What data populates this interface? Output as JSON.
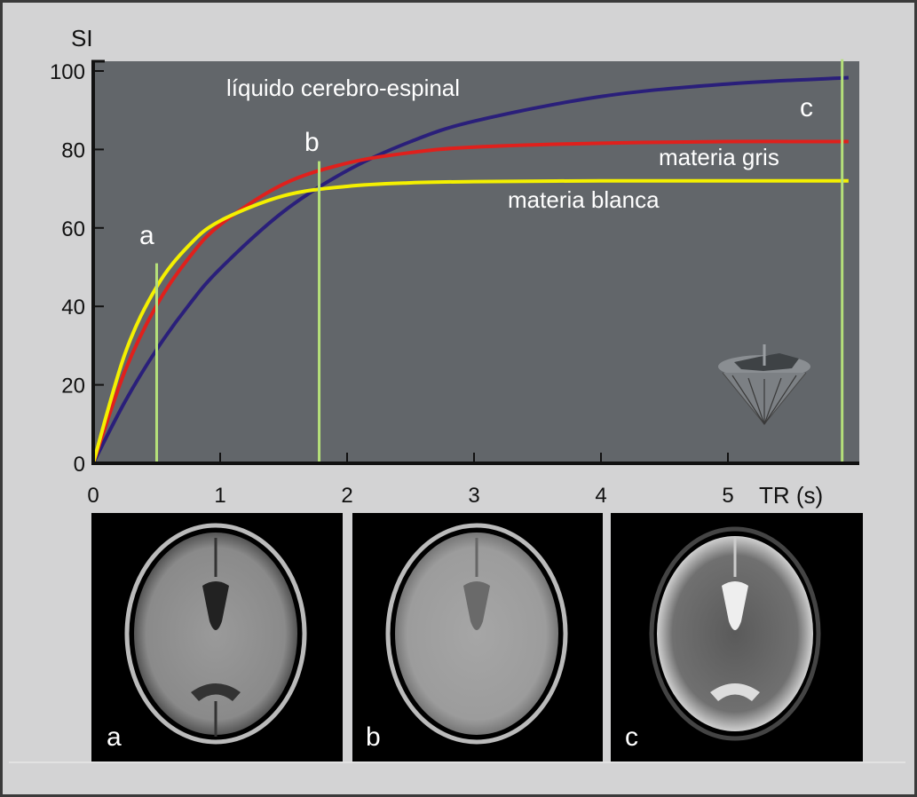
{
  "chart_data": {
    "type": "line",
    "title": "",
    "ylabel": "SI",
    "xlabel": "TR (s)",
    "xlim": [
      0,
      6
    ],
    "ylim": [
      0,
      100
    ],
    "xticks": [
      "0",
      "1",
      "2",
      "3",
      "4",
      "5"
    ],
    "yticks": [
      "0",
      "20",
      "40",
      "60",
      "80",
      "100"
    ],
    "grid": false,
    "x": [
      0,
      0.25,
      0.5,
      0.75,
      1,
      1.5,
      2,
      2.5,
      3,
      4,
      5,
      5.95
    ],
    "series": [
      {
        "name": "líquido cerebro-espinal",
        "color": "#2a1f7a",
        "values": [
          0,
          15.7,
          29,
          40.2,
          49.6,
          64.2,
          74.6,
          82,
          87.2,
          93.5,
          96.7,
          98.3
        ]
      },
      {
        "name": "materia gris",
        "color": "#e0201c",
        "values": [
          0,
          23.5,
          40.3,
          52.2,
          60.8,
          71.2,
          76.5,
          79.2,
          80.6,
          81.6,
          82,
          82
        ]
      },
      {
        "name": "materia blanca",
        "color": "#f4f000",
        "values": [
          0,
          27.9,
          45,
          55.4,
          61.8,
          68.2,
          70.6,
          71.5,
          71.8,
          72,
          72,
          72
        ]
      }
    ],
    "markers": [
      {
        "label": "a",
        "tr": 0.5,
        "top": 51
      },
      {
        "label": "b",
        "tr": 1.78,
        "top": 77
      },
      {
        "label": "c",
        "tr": 5.9,
        "top": 103
      }
    ],
    "marker_color": "#b5e07a"
  },
  "panels": [
    {
      "label": "a"
    },
    {
      "label": "b"
    },
    {
      "label": "c"
    }
  ]
}
